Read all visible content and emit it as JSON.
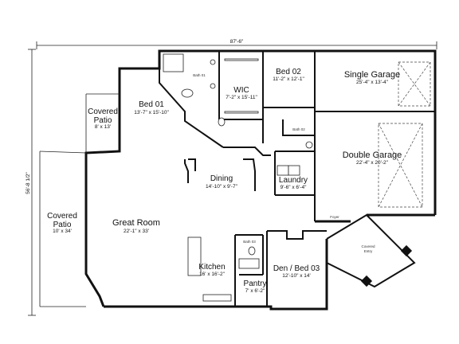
{
  "overall": {
    "width": "87'-6\"",
    "depth": "56'-8 1/2\""
  },
  "rooms": {
    "bed01": {
      "name": "Bed 01",
      "dims": "13'-7\" x 15'-10\""
    },
    "wic": {
      "name": "WIC",
      "dims": "7'-2\" x 15'-11\""
    },
    "bath01": {
      "name": "Bath 01"
    },
    "bed02": {
      "name": "Bed 02",
      "dims": "11'-2\" x 12'-1\""
    },
    "single_garage": {
      "name": "Single Garage",
      "dims": "25'-4\" x 13'-4\""
    },
    "double_garage": {
      "name": "Double Garage",
      "dims": "22'-4\" x 20'-2\""
    },
    "covered_patio_small": {
      "name_line1": "Covered",
      "name_line2": "Patio",
      "dims": "8' x 13'"
    },
    "covered_patio_large": {
      "name_line1": "Covered",
      "name_line2": "Patio",
      "dims": "10' x 34'"
    },
    "dining": {
      "name": "Dining",
      "dims": "14'-10\" x 9'-7\""
    },
    "laundry": {
      "name": "Laundry",
      "dims": "9'-6\" x 6'-4\""
    },
    "bath_small": {
      "name": "Bath 02"
    },
    "great_room": {
      "name": "Great Room",
      "dims": "22'-1\" x 33'"
    },
    "kitchen": {
      "name": "Kitchen",
      "dims": "16' x 16'-2\""
    },
    "bath03": {
      "name": "Bath 03"
    },
    "pantry": {
      "name": "Pantry",
      "dims": "7' x 6'-2\""
    },
    "den": {
      "name": "Den / Bed 03",
      "dims": "12'-10\" x 14'"
    },
    "foyer": {
      "name": "Foyer"
    },
    "covered_entry": {
      "name_line1": "Covered",
      "name_line2": "Entry"
    }
  }
}
